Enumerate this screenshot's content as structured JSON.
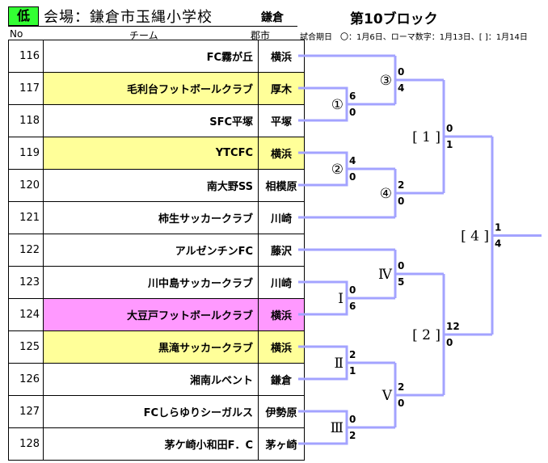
{
  "header": {
    "level_badge": "低",
    "venue_title": "会場：鎌倉市玉縄小学校",
    "venue_city": "鎌倉",
    "block_title": "第10ブロック",
    "schedule_note": "試合期日　〇：1月6日、ローマ数字：1月13日、[ ]：1月14日"
  },
  "table": {
    "columns": [
      "No",
      "チーム",
      "郡市"
    ],
    "rows": [
      {
        "no": "116",
        "team": "FC霧が丘",
        "city": "横浜",
        "highlight": "none"
      },
      {
        "no": "117",
        "team": "毛利台フットボールクラブ",
        "city": "厚木",
        "highlight": "yellow"
      },
      {
        "no": "118",
        "team": "SFC平塚",
        "city": "平塚",
        "highlight": "none"
      },
      {
        "no": "119",
        "team": "YTCFC",
        "city": "横浜",
        "highlight": "yellow"
      },
      {
        "no": "120",
        "team": "南大野SS",
        "city": "相模原",
        "highlight": "none"
      },
      {
        "no": "121",
        "team": "柿生サッカークラブ",
        "city": "川崎",
        "highlight": "none"
      },
      {
        "no": "122",
        "team": "アルゼンチンFC",
        "city": "藤沢",
        "highlight": "none"
      },
      {
        "no": "123",
        "team": "川中島サッカークラブ",
        "city": "川崎",
        "highlight": "none"
      },
      {
        "no": "124",
        "team": "大豆戸フットボールクラブ",
        "city": "横浜",
        "highlight": "pink"
      },
      {
        "no": "125",
        "team": "黒滝サッカークラブ",
        "city": "横浜",
        "highlight": "yellow"
      },
      {
        "no": "126",
        "team": "湘南ルベント",
        "city": "鎌倉",
        "highlight": "none"
      },
      {
        "no": "127",
        "team": "FCしらゆりシーガルス",
        "city": "伊勢原",
        "highlight": "none"
      },
      {
        "no": "128",
        "team": "茅ケ崎小和田F．C",
        "city": "茅ヶ崎",
        "highlight": "none"
      }
    ]
  },
  "colors": {
    "yellow": "#ffff99",
    "pink": "#ff99ff",
    "none": "#ffffff",
    "bracket_line": "#a3a3ff",
    "level_badge": "#33ff33"
  },
  "bracket": {
    "matches": [
      {
        "id": "m1",
        "label": "①",
        "score_top": "6",
        "score_bottom": "0"
      },
      {
        "id": "m2",
        "label": "②",
        "score_top": "4",
        "score_bottom": "0"
      },
      {
        "id": "m3",
        "label": "③",
        "score_top": "0",
        "score_bottom": "4"
      },
      {
        "id": "m4",
        "label": "④",
        "score_top": "2",
        "score_bottom": "0"
      },
      {
        "id": "r1",
        "label": "Ⅰ",
        "score_top": "0",
        "score_bottom": "6"
      },
      {
        "id": "r2",
        "label": "Ⅱ",
        "score_top": "2",
        "score_bottom": "1"
      },
      {
        "id": "r3",
        "label": "Ⅲ",
        "score_top": "0",
        "score_bottom": "2"
      },
      {
        "id": "r4",
        "label": "Ⅳ",
        "score_top": "0",
        "score_bottom": "5"
      },
      {
        "id": "r5",
        "label": "Ⅴ",
        "score_top": "2",
        "score_bottom": "0"
      },
      {
        "id": "b1",
        "label": "[ 1 ]",
        "score_top": "0",
        "score_bottom": "1"
      },
      {
        "id": "b2",
        "label": "[ 2 ]",
        "score_top": "12",
        "score_bottom": "0"
      },
      {
        "id": "b4",
        "label": "[ 4 ]",
        "score_top": "1",
        "score_bottom": "4"
      }
    ]
  }
}
